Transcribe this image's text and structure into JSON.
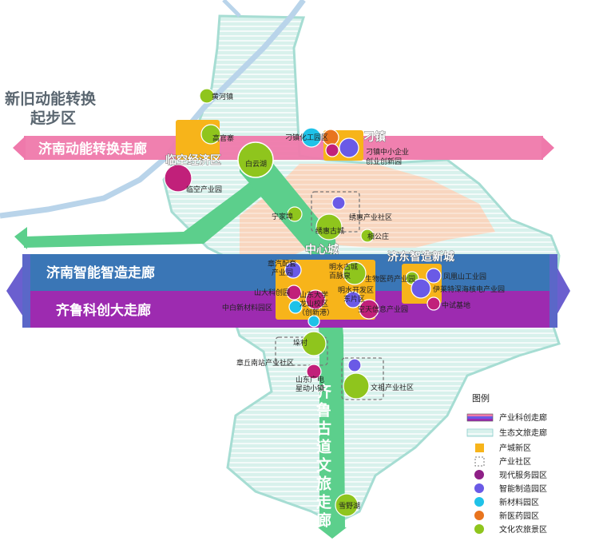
{
  "side_title": {
    "line1": "新旧动能转换",
    "line2": "起步区"
  },
  "corridors": {
    "energy": "济南动能转换走廊",
    "smart": "济南智能智造走廊",
    "tech": "齐鲁科创大走廊",
    "culture": "齐鲁古道文旅走廊"
  },
  "districts": {
    "linkong": "临空经济区",
    "diaozhen": "刁镇",
    "center": "中心城",
    "jidong": "济东智造新城"
  },
  "places": {
    "huanghe": "黄河镇",
    "gaoguan": "高官寨",
    "baiyun": "白云湖",
    "linkong_park": "临空产业园",
    "diao_chem": "刁镇化工园区",
    "diao_sme1": "刁镇中小企业",
    "diao_sme2": "创业创新园",
    "ningjia": "宁家埠",
    "xiuhui_comm": "绣惠产业社区",
    "xiuhui_old": "绣惠古城",
    "xiangong": "相公庄",
    "auto1": "章汽配套",
    "auto2": "产业园",
    "mingshui_old1": "明水古城",
    "mingshui_old2": "百脉泉",
    "sdu_park": "山大科创园",
    "sdu_long1": "山东大学",
    "sdu_long2": "龙山校区",
    "sdu_long3": "（创新港）",
    "zhongbai": "中白新材料园区",
    "mingshui_dev1": "明水开发区",
    "mingshui_dev2": "东片区",
    "biomed": "生物医药产业园",
    "fenghuang": "凤凰山工业园",
    "yilian": "伊莱特深海核电产业园",
    "zhongshi": "中试基地",
    "aerospace": "空天信息产业园",
    "lanzi": "垛村",
    "zhangqiu_south": "章丘南站产业社区",
    "guangdian1": "山东广电",
    "guangdian2": "星动小镇",
    "wenzu": "文祖产业社区",
    "xueye": "雪野湖"
  },
  "legend": {
    "title": "图例",
    "items": [
      {
        "label": "产业科创走廊",
        "kind": "corridor-multi"
      },
      {
        "label": "生态文旅走廊",
        "kind": "corridor-eco"
      },
      {
        "label": "产城新区",
        "kind": "square-orange"
      },
      {
        "label": "产业社区",
        "kind": "square-dashed"
      },
      {
        "label": "现代服务园区",
        "kind": "dot",
        "color": "#8e1f86"
      },
      {
        "label": "智能制造园区",
        "kind": "dot",
        "color": "#6a5ae6"
      },
      {
        "label": "新材料园区",
        "kind": "dot",
        "color": "#1fc2e8"
      },
      {
        "label": "新医药园区",
        "kind": "dot",
        "color": "#e8741e"
      },
      {
        "label": "文化农旅景区",
        "kind": "dot",
        "color": "#8fc51d"
      }
    ]
  },
  "colors": {
    "service": "#c1207a",
    "smart": "#6a5ae6",
    "material": "#1fc2e8",
    "medicine": "#e8741e",
    "agri": "#8fc51d",
    "district": "#f7b41a",
    "eco": "#5ccf8c",
    "energy_corridor": "#ef79ab",
    "smart_corridor": "#3a76b6",
    "tech_corridor": "#9d2bb0",
    "river": "#b9d4ea",
    "land": "#d5efe8",
    "peach": "#f7d3bc"
  }
}
